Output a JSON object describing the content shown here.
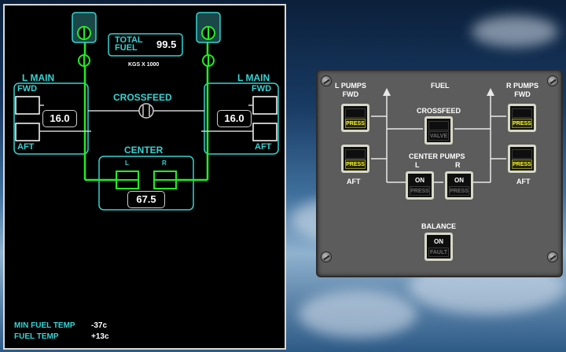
{
  "display": {
    "total_fuel_label": "TOTAL\nFUEL",
    "total_fuel_value": "99.5",
    "units": "KGS X 1000",
    "crossfeed_label": "CROSSFEED",
    "left_main": {
      "title": "L MAIN",
      "fwd": "FWD",
      "aft": "AFT",
      "qty": "16.0"
    },
    "right_main": {
      "title": "L MAIN",
      "fwd": "FWD",
      "aft": "AFT",
      "qty": "16.0"
    },
    "center": {
      "title": "CENTER",
      "l": "L",
      "r": "R",
      "qty": "67.5"
    },
    "min_fuel_temp_label": "MIN FUEL TEMP",
    "min_fuel_temp_value": "-37c",
    "fuel_temp_label": "FUEL TEMP",
    "fuel_temp_value": "+13c",
    "colors": {
      "line": "#37d3d3",
      "active": "#22ee22",
      "text": "#ffffff"
    }
  },
  "panel": {
    "title": "FUEL",
    "l_pumps_label": "L PUMPS\nFWD",
    "r_pumps_label": "R PUMPS\nFWD",
    "crossfeed_label": "CROSSFEED",
    "center_pumps_label": "CENTER PUMPS",
    "center_l": "L",
    "center_r": "R",
    "aft_left": "AFT",
    "aft_right": "AFT",
    "balance_label": "BALANCE",
    "switches": {
      "l_fwd": {
        "bottom": "PRESS"
      },
      "l_aft": {
        "bottom": "PRESS"
      },
      "r_fwd": {
        "bottom": "PRESS"
      },
      "r_aft": {
        "bottom": "PRESS"
      },
      "crossfeed": {
        "bottom": "VALVE"
      },
      "center_l": {
        "top": "ON",
        "bottom": "PRESS"
      },
      "center_r": {
        "top": "ON",
        "bottom": "PRESS"
      },
      "balance": {
        "top": "ON",
        "bottom": "FAULT"
      }
    },
    "colors": {
      "press_lit": "#ffff33",
      "panel": "#5c5c5c"
    }
  }
}
